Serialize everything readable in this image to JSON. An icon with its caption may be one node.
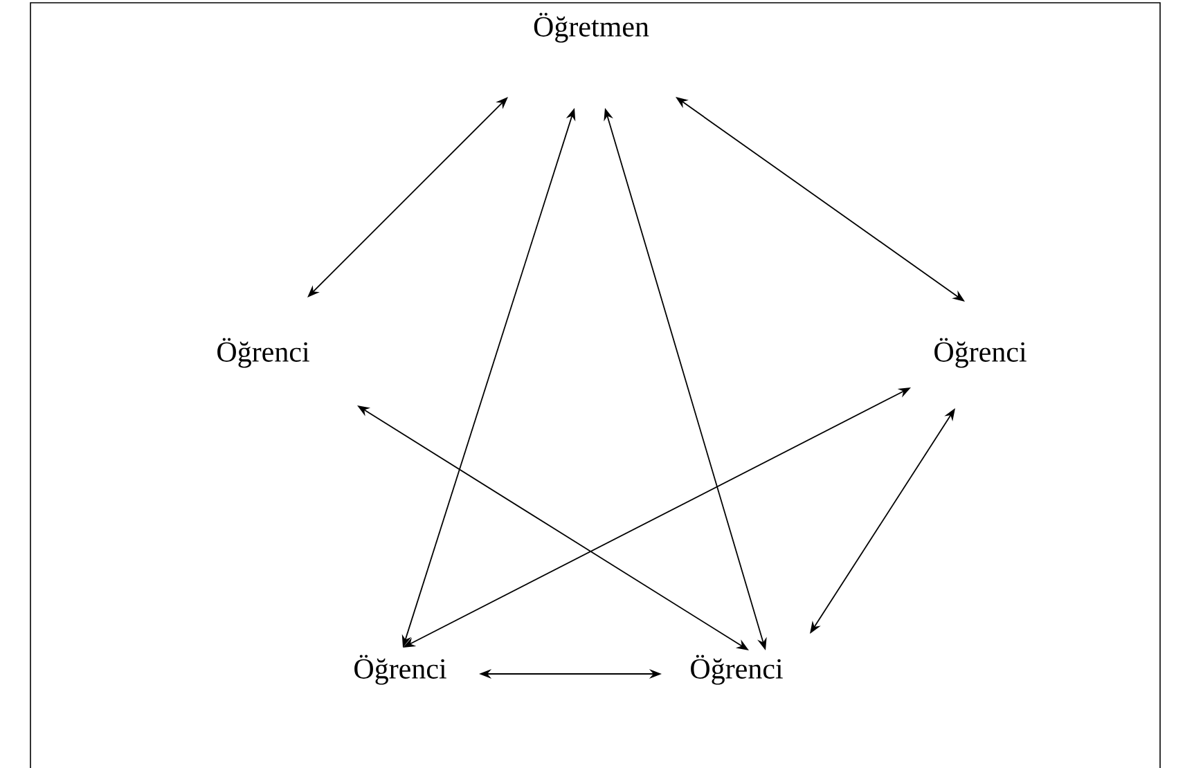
{
  "diagram": {
    "nodes": [
      {
        "text": [
          "Öğretmen"
        ]
      },
      {
        "text": [
          "Öğrenci"
        ]
      },
      {
        "text": [
          "Öğrenci"
        ]
      },
      {
        "text": [
          "Öğrenci"
        ]
      },
      {
        "text": [
          "Öğrenci"
        ]
      }
    ],
    "edges": [
      {
        "from": 0,
        "to": 1,
        "arrow": "both"
      },
      {
        "from": 0,
        "to": 2,
        "arrow": "both"
      },
      {
        "from": 0,
        "to": 3,
        "arrow": "both"
      },
      {
        "from": 0,
        "to": 4,
        "arrow": "both"
      },
      {
        "from": 1,
        "to": 4,
        "arrow": "both"
      },
      {
        "from": 2,
        "to": 3,
        "arrow": "both"
      },
      {
        "from": 2,
        "to": 4,
        "arrow": "both"
      },
      {
        "from": 3,
        "to": 4,
        "arrow": "both"
      }
    ]
  }
}
